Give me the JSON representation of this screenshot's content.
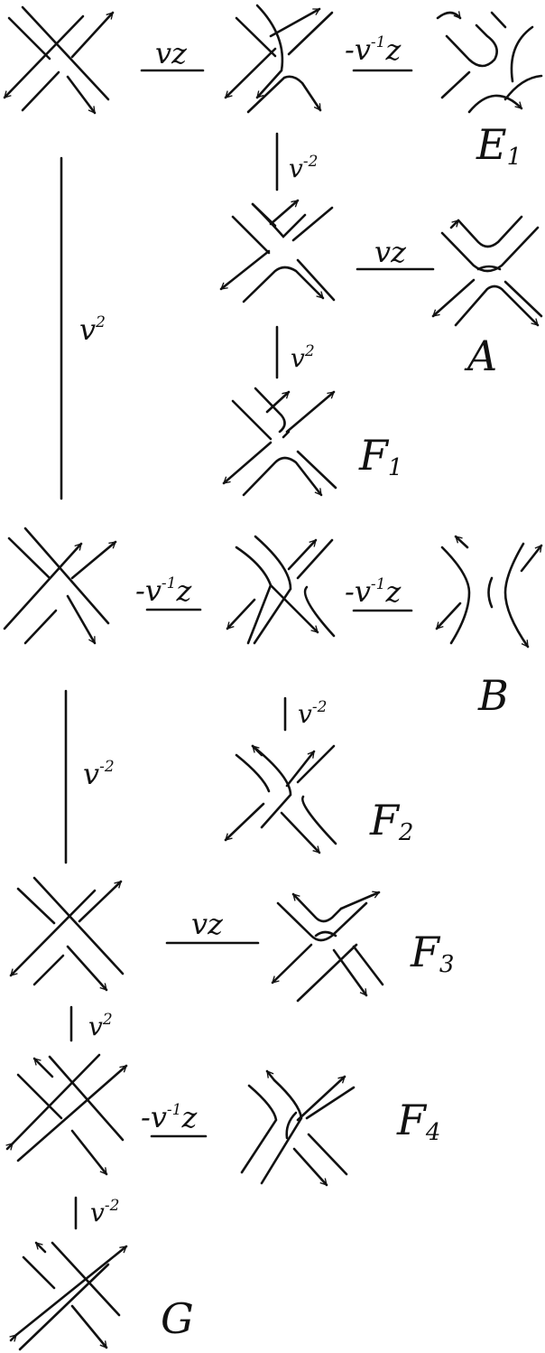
{
  "coefficients": {
    "vz": "vz",
    "v_neg1_z": {
      "minus": "-",
      "base": "v",
      "exp": "-1",
      "tail": "z"
    },
    "v_neg2": {
      "base": "v",
      "exp": "-2"
    },
    "v_pos2": {
      "base": "v",
      "exp": "2"
    }
  },
  "diagram_labels": {
    "E": {
      "letter": "E",
      "sub": "1"
    },
    "A": {
      "letter": "A"
    },
    "F1": {
      "letter": "F",
      "sub": "1"
    },
    "B": {
      "letter": "B"
    },
    "F2": {
      "letter": "F",
      "sub": "2"
    },
    "F3": {
      "letter": "F",
      "sub": "3"
    },
    "F4": {
      "letter": "F",
      "sub": "4"
    },
    "G": {
      "letter": "G"
    }
  }
}
